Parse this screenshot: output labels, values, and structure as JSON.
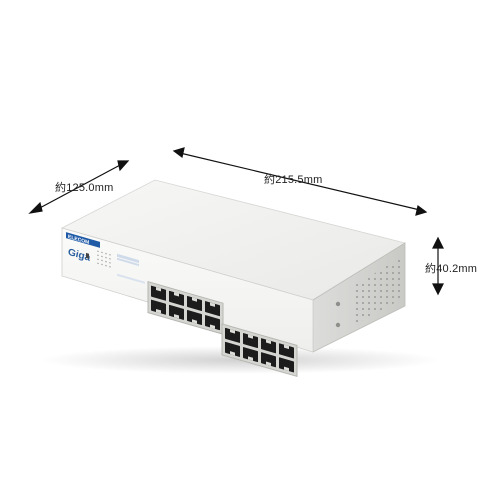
{
  "dimensions": {
    "width_label": "約125.0mm",
    "depth_label": "約215.5mm",
    "height_label": "約40.2mm"
  },
  "device": {
    "brand": "ELECOM",
    "logo": "Giga",
    "port_count": 16,
    "color": "#f1f1f0"
  },
  "icons": {
    "arrow": "double-headed-dimension-arrow",
    "port": "rj45-ethernet-port"
  }
}
